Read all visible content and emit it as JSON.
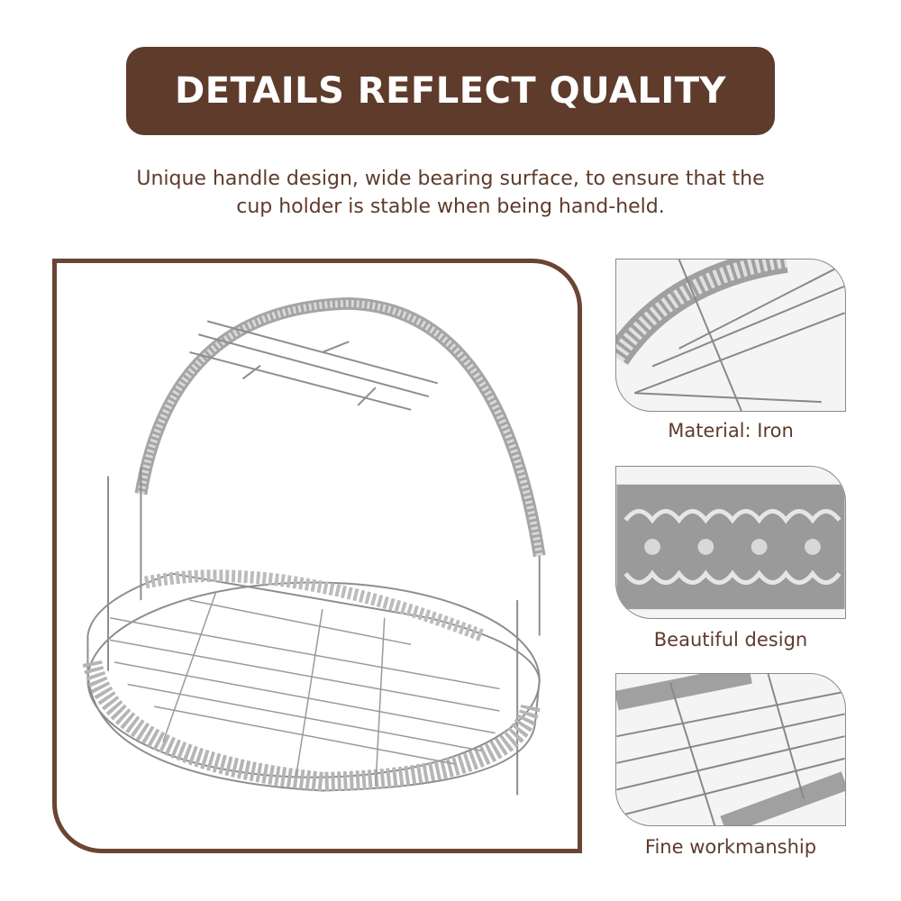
{
  "header": {
    "title": "DETAILS REFLECT QUALITY"
  },
  "description": {
    "line1": "Unique handle design, wide bearing surface, to ensure that the",
    "line2": "cup holder is stable when being hand-held."
  },
  "details": [
    {
      "caption": "Material: Iron"
    },
    {
      "caption": "Beautiful design"
    },
    {
      "caption": "Fine workmanship"
    }
  ],
  "colors": {
    "brand": "#5e3b2b",
    "frame": "#6b4433",
    "metal": "#9a9a9a"
  }
}
